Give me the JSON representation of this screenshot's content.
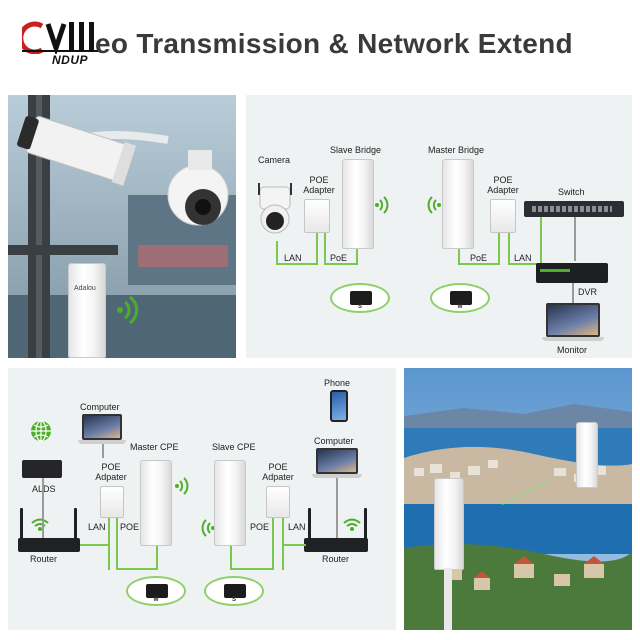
{
  "header": {
    "logo_text": "NDUP",
    "title": "eo Transmission & Network Extend"
  },
  "panel1": {
    "device_brand": "Adalou"
  },
  "panel2": {
    "camera": "Camera",
    "poe_adapter_1": "POE",
    "poe_adapter_1b": "Adapter",
    "slave_bridge": "Slave Bridge",
    "master_bridge": "Master Bridge",
    "poe_adapter_2": "POE",
    "poe_adapter_2b": "Adapter",
    "switch": "Switch",
    "lan_left": "LAN",
    "poe_left": "PoE",
    "poe_right": "PoE",
    "lan_right": "LAN",
    "dvr": "DVR",
    "monitor": "Monitor",
    "badge_s": "S",
    "badge_m": "M"
  },
  "panel3": {
    "phone": "Phone",
    "computer_left": "Computer",
    "master_cpe": "Master CPE",
    "slave_cpe": "Slave CPE",
    "computer_right": "Computer",
    "poe_left": "POE",
    "adapter_left": "Adpater",
    "poe_right": "POE",
    "adapter_right": "Adpater",
    "alds": "ALDS",
    "lan_left": "LAN",
    "poe_wire_left": "POE",
    "poe_wire_right": "POE",
    "lan_right": "LAN",
    "router_left": "Router",
    "router_right": "Router",
    "badge_m": "M",
    "badge_s": "S"
  },
  "colors": {
    "accent_green": "#7bc84e",
    "heading_gray": "#3a3a3a",
    "logo_red": "#c8201e"
  }
}
